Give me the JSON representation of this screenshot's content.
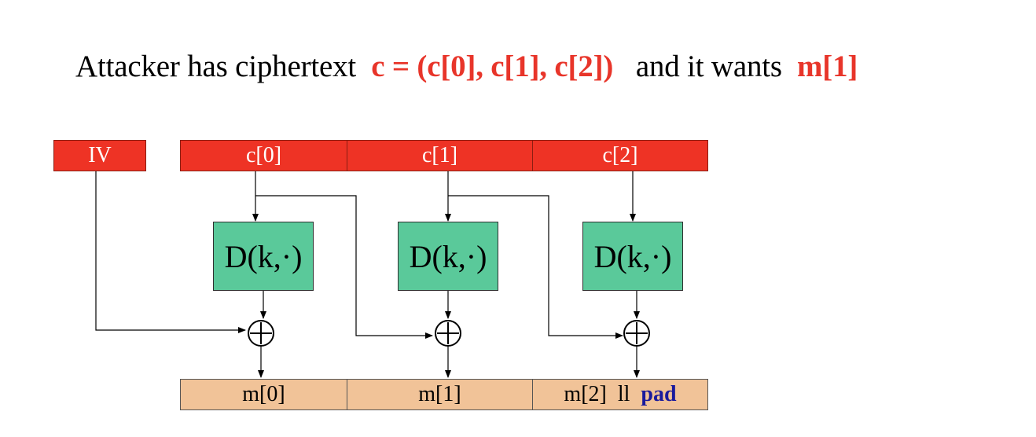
{
  "title": {
    "prefix": "Attacker has ciphertext",
    "cipher_expr": "c = (c[0], c[1], c[2])",
    "middle": "and it wants",
    "target": "m[1]"
  },
  "diagram": {
    "iv_label": "IV",
    "ciphertext_blocks": [
      "c[0]",
      "c[1]",
      "c[2]"
    ],
    "decrypt_label": "D(k,·)",
    "plaintext_blocks": [
      "m[0]",
      "m[1]",
      "m[2]"
    ],
    "last_block_separator": "ll",
    "pad_label": "pad"
  },
  "colors": {
    "ciphertext": "#ee3325",
    "decrypt": "#5ac99a",
    "plaintext": "#f1c398",
    "pad": "#1a1a9c",
    "highlight": "#e8352a"
  }
}
